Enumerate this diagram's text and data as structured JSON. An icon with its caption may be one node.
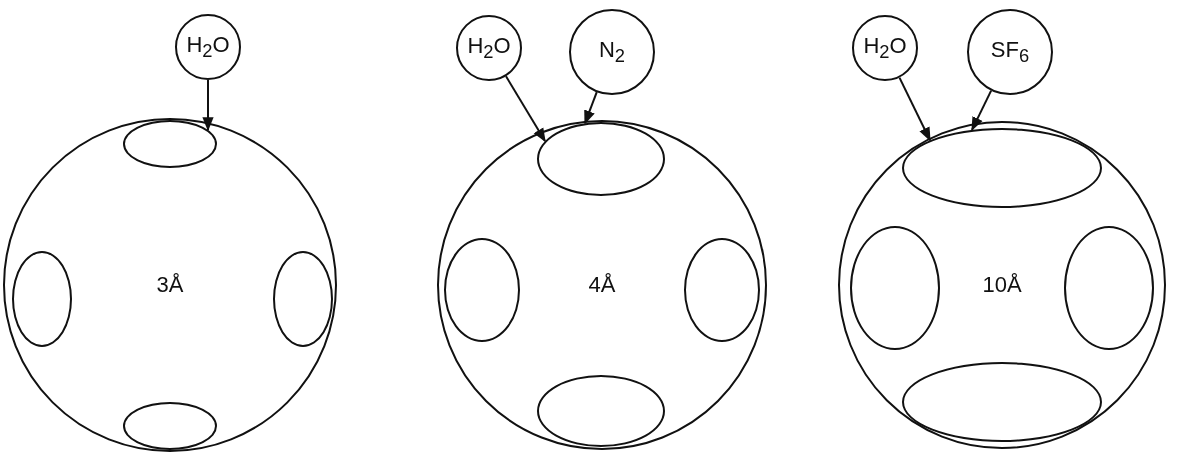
{
  "diagram": {
    "nodes": [
      {
        "text": [
          "H$_{2}$O"
        ]
      },
      {
        "text": [
          "3Å"
        ]
      },
      {
        "text": [],
        "shape": "ellipse",
        "in": 1
      },
      {
        "text": [],
        "shape": "ellipse",
        "in": 1
      },
      {
        "text": [],
        "shape": "ellipse",
        "in": 1
      },
      {
        "text": [],
        "shape": "ellipse",
        "in": 1
      },
      {
        "text": [
          "H$_{2}$O"
        ]
      },
      {
        "text": [
          "N$_{2}$"
        ]
      },
      {
        "text": [
          "4Å"
        ]
      },
      {
        "text": [],
        "shape": "ellipse",
        "in": 8
      },
      {
        "text": [],
        "shape": "ellipse",
        "in": 8
      },
      {
        "text": [],
        "shape": "ellipse",
        "in": 8
      },
      {
        "text": [],
        "shape": "ellipse",
        "in": 8
      },
      {
        "text": [
          "H$_{2}$O"
        ]
      },
      {
        "text": [
          "SF$_{6}$"
        ]
      },
      {
        "text": [
          "10Å"
        ]
      },
      {
        "text": [],
        "shape": "ellipse",
        "in": 15
      },
      {
        "text": [],
        "shape": "ellipse",
        "in": 15
      },
      {
        "text": [],
        "shape": "ellipse",
        "in": 15
      },
      {
        "text": [],
        "shape": "ellipse",
        "in": 15
      }
    ],
    "edges": [
      {
        "from": 0,
        "to": 2,
        "arrow": "to"
      },
      {
        "from": 6,
        "to": 9,
        "arrow": "to"
      },
      {
        "from": 7,
        "to": 9,
        "arrow": "to"
      },
      {
        "from": 13,
        "to": 16,
        "arrow": "to"
      },
      {
        "from": 14,
        "to": 16,
        "arrow": "to"
      }
    ]
  }
}
